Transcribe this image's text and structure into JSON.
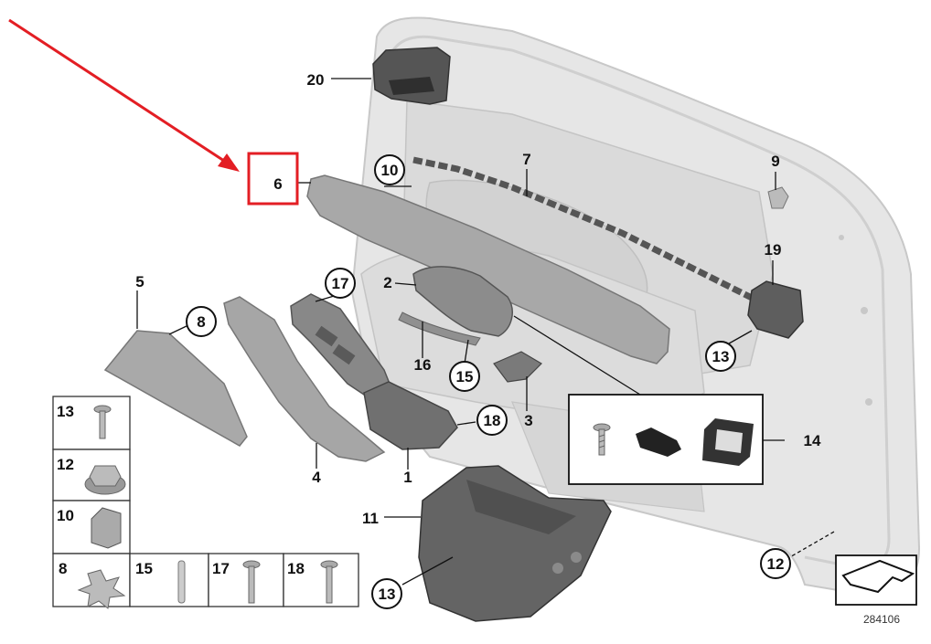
{
  "diagram": {
    "part_number_labels": [
      "1",
      "2",
      "3",
      "4",
      "5",
      "6",
      "7",
      "8",
      "9",
      "10",
      "11",
      "12",
      "13",
      "14",
      "15",
      "16",
      "17",
      "18",
      "19",
      "20"
    ],
    "highlighted_part": "6",
    "legend_items": [
      "13",
      "12",
      "10",
      "8",
      "15",
      "17",
      "18"
    ],
    "reference_number": "284106",
    "colors": {
      "highlight": "#e31e24",
      "door": "#e3e3e3",
      "part": "#9a9a9a",
      "dark_part": "#606060"
    }
  }
}
